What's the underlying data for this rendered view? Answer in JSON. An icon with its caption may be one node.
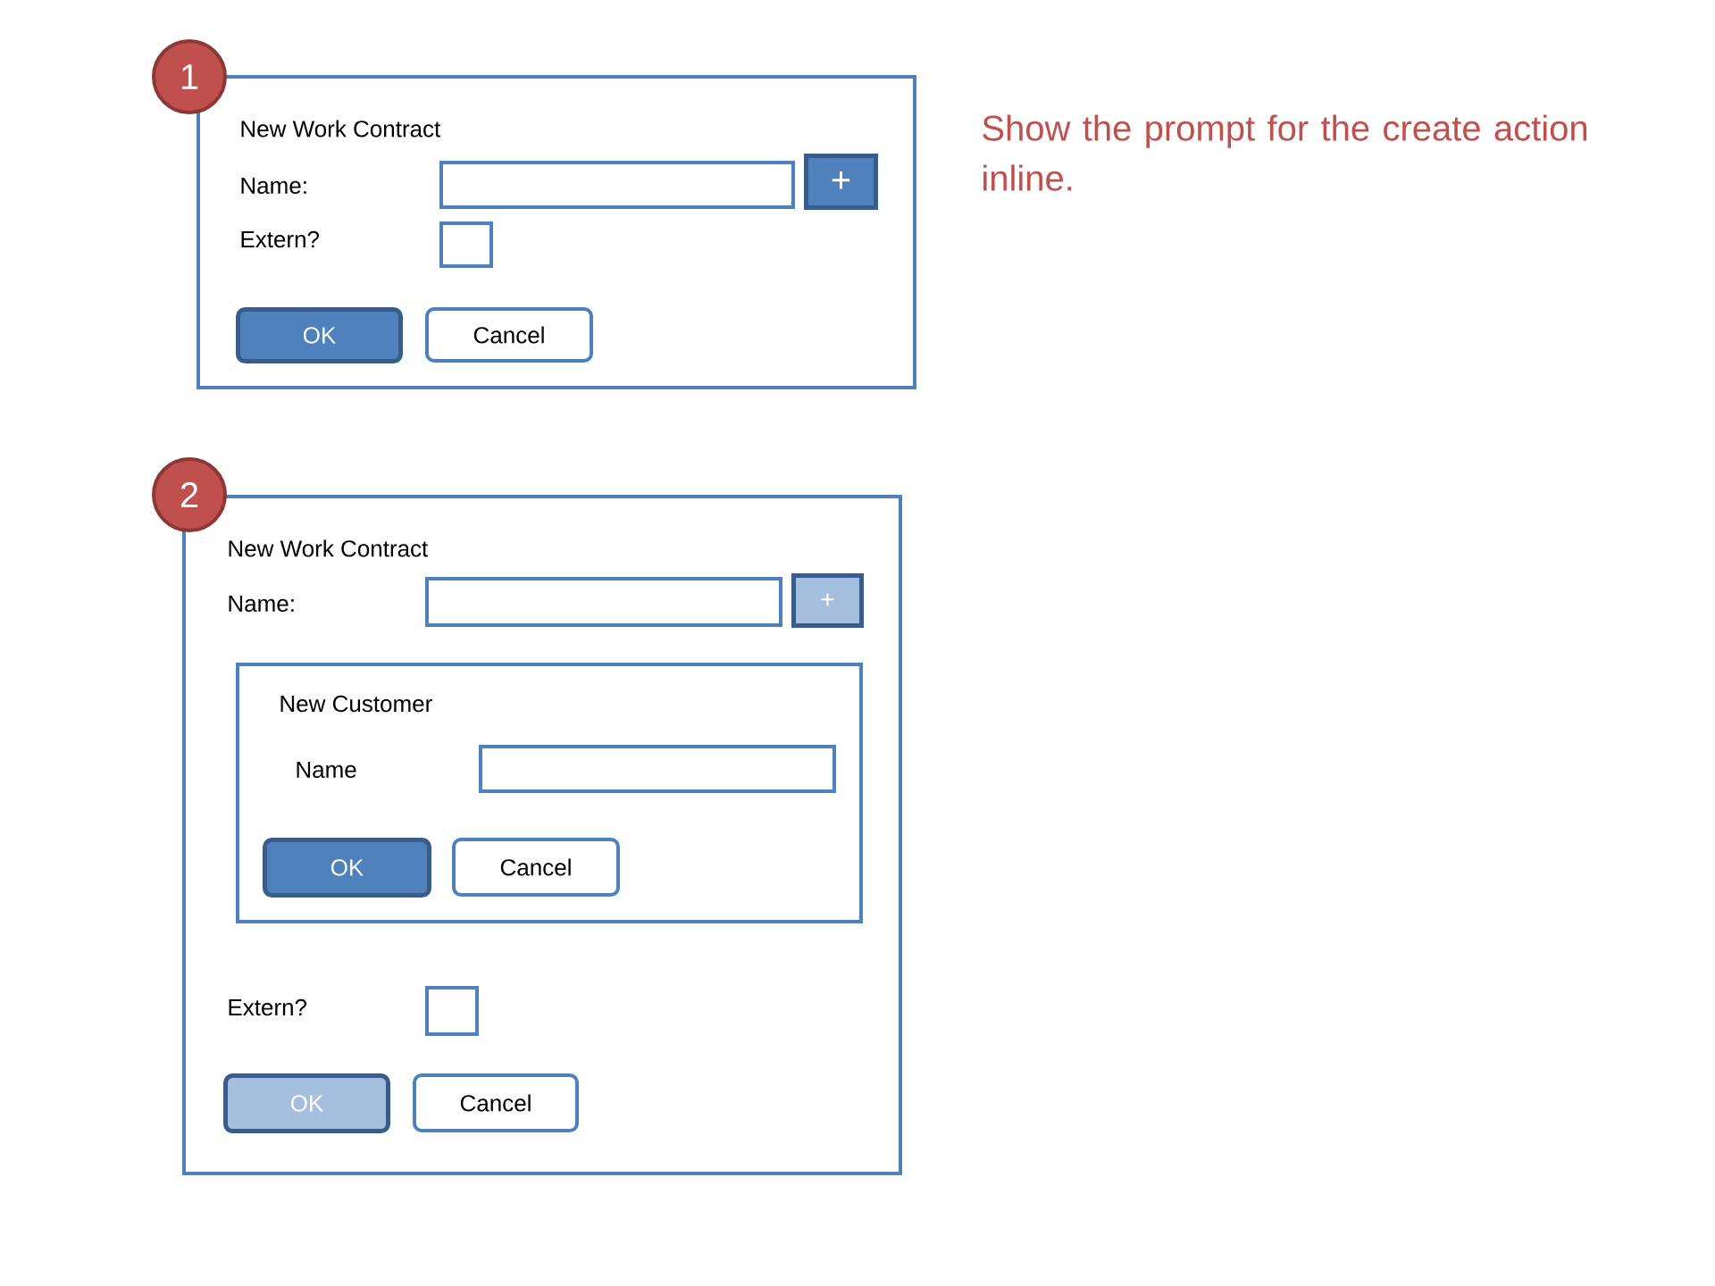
{
  "diagram": {
    "nodes": [
      {
        "text": [
          "1"
        ]
      },
      {
        "text": [
          "New Work Contract",
          "Name:",
          "Extern?"
        ]
      },
      {
        "text": [],
        "shape": "box",
        "in": 1
      },
      {
        "text": [
          "+"
        ],
        "in": 1
      },
      {
        "text": [],
        "shape": "box",
        "in": 1
      },
      {
        "text": [
          "OK"
        ],
        "in": 1
      },
      {
        "text": [
          "Cancel"
        ],
        "in": 1
      },
      {
        "text": [
          "2"
        ]
      },
      {
        "text": [
          "New Work Contract",
          "Name:",
          "Extern?"
        ]
      },
      {
        "text": [],
        "shape": "box",
        "in": 8
      },
      {
        "text": [
          "+"
        ],
        "in": 8
      },
      {
        "text": [
          "New Customer",
          "Name"
        ],
        "in": 8
      },
      {
        "text": [],
        "shape": "box",
        "in": 11
      },
      {
        "text": [
          "OK"
        ],
        "in": 11
      },
      {
        "text": [
          "Cancel"
        ],
        "in": 11
      },
      {
        "text": [],
        "shape": "box",
        "in": 8
      },
      {
        "text": [
          "OK"
        ],
        "in": 8
      },
      {
        "text": [
          "Cancel"
        ],
        "in": 8
      }
    ],
    "labels": [
      "Show the prompt for the create action inline."
    ]
  }
}
